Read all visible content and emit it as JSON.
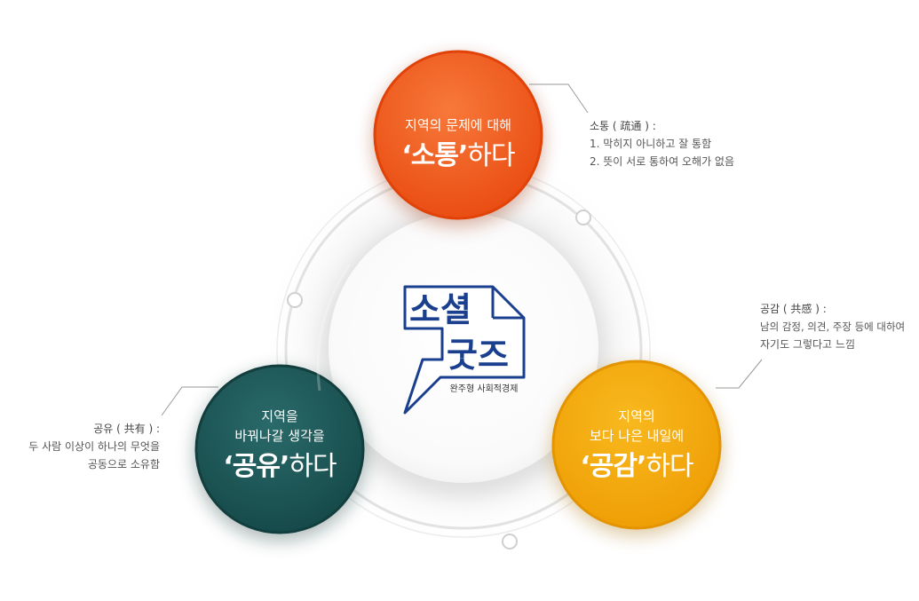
{
  "center": {
    "logo_line1": "소셜",
    "logo_line2": "굿즈",
    "logo_sub": "완주형 사회적경제"
  },
  "nodes": {
    "communicate": {
      "line1": "지역의 문제에 대해",
      "keyword": "‘소통’",
      "suffix": "하다",
      "color": "#f05a1e"
    },
    "share": {
      "line1": "지역을",
      "line2": "바꿔나갈 생각을",
      "keyword": "‘공유’",
      "suffix": "하다",
      "color": "#1f5a5a"
    },
    "empathize": {
      "line1": "지역의",
      "line2": "보다 나은 내일에",
      "keyword": "‘공감’",
      "suffix": "하다",
      "color": "#f4a80a"
    }
  },
  "notes": {
    "communicate": {
      "head": "소통 ( 疏通 ) :",
      "line1": "1. 막히지 아니하고 잘 통함",
      "line2": "2. 뜻이 서로 통하여 오해가 없음"
    },
    "empathize": {
      "head": "공감 ( 共感 ) :",
      "line1": "남의 감정, 의견, 주장 등에 대하여",
      "line2": "자기도 그렇다고 느낌"
    },
    "share": {
      "head": "공유 ( 共有 ) :",
      "line1": "두 사람 이상이 하나의 무엇을",
      "line2": "공동으로 소유함"
    }
  },
  "colors": {
    "logo_blue": "#1a3f8f",
    "ring_gray": "#dedede"
  }
}
